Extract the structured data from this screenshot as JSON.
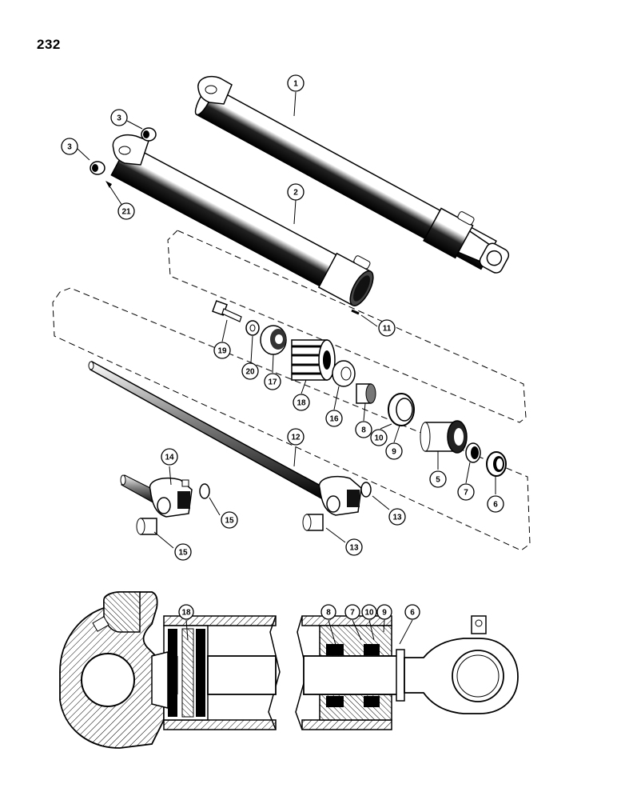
{
  "page_number": "232",
  "callouts": [
    {
      "id": "c1",
      "label": "1"
    },
    {
      "id": "c2",
      "label": "2"
    },
    {
      "id": "c3a",
      "label": "3"
    },
    {
      "id": "c3b",
      "label": "3"
    },
    {
      "id": "c21",
      "label": "21"
    },
    {
      "id": "c11",
      "label": "11"
    },
    {
      "id": "c19",
      "label": "19"
    },
    {
      "id": "c20",
      "label": "20"
    },
    {
      "id": "c17",
      "label": "17"
    },
    {
      "id": "c18",
      "label": "18"
    },
    {
      "id": "c16",
      "label": "16"
    },
    {
      "id": "c8",
      "label": "8"
    },
    {
      "id": "c10",
      "label": "10"
    },
    {
      "id": "c9",
      "label": "9"
    },
    {
      "id": "c5",
      "label": "5"
    },
    {
      "id": "c7",
      "label": "7"
    },
    {
      "id": "c6",
      "label": "6"
    },
    {
      "id": "c12",
      "label": "12"
    },
    {
      "id": "c14",
      "label": "14"
    },
    {
      "id": "c15a",
      "label": "15"
    },
    {
      "id": "c15b",
      "label": "15"
    },
    {
      "id": "c13a",
      "label": "13"
    },
    {
      "id": "c13b",
      "label": "13"
    }
  ],
  "section_labels": [
    {
      "id": "s18",
      "label": "18"
    },
    {
      "id": "s8",
      "label": "8"
    },
    {
      "id": "s7",
      "label": "7"
    },
    {
      "id": "s10",
      "label": "10"
    },
    {
      "id": "s9",
      "label": "9"
    },
    {
      "id": "s6",
      "label": "6"
    }
  ]
}
